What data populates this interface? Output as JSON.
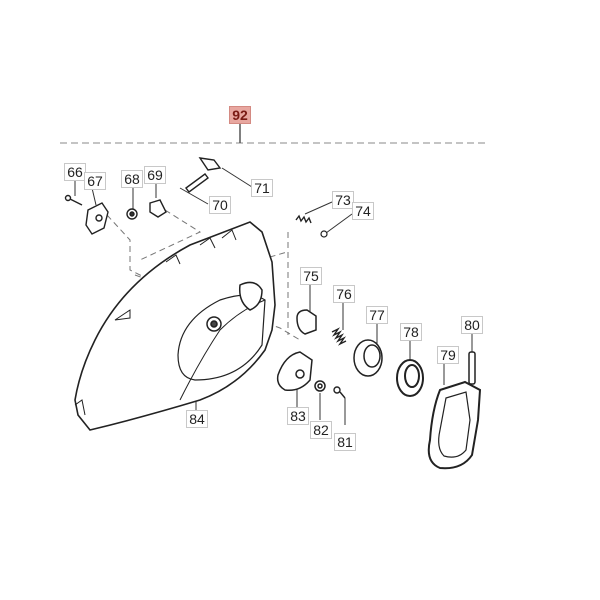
{
  "diagram": {
    "type": "exploded-parts-view",
    "subject": "chainsaw sprocket cover / chain tensioner assembly",
    "assembly_callout": {
      "number": "92",
      "color_bg": "#e8a7a0",
      "color_text": "#7a1a14"
    },
    "callouts": [
      {
        "id": "c66",
        "number": "66",
        "part": "screw"
      },
      {
        "id": "c67",
        "number": "67",
        "part": "bracket plate"
      },
      {
        "id": "c68",
        "number": "68",
        "part": "nut"
      },
      {
        "id": "c69",
        "number": "69",
        "part": "sleeve"
      },
      {
        "id": "c70",
        "number": "70",
        "part": "threaded rod"
      },
      {
        "id": "c71",
        "number": "71",
        "part": "tensioner nut"
      },
      {
        "id": "c73",
        "number": "73",
        "part": "spring"
      },
      {
        "id": "c74",
        "number": "74",
        "part": "ball"
      },
      {
        "id": "c75",
        "number": "75",
        "part": "bushing"
      },
      {
        "id": "c76",
        "number": "76",
        "part": "spring"
      },
      {
        "id": "c77",
        "number": "77",
        "part": "knob hub"
      },
      {
        "id": "c78",
        "number": "78",
        "part": "ring"
      },
      {
        "id": "c79",
        "number": "79",
        "part": "tension knob cover"
      },
      {
        "id": "c80",
        "number": "80",
        "part": "pin"
      },
      {
        "id": "c81",
        "number": "81",
        "part": "screw"
      },
      {
        "id": "c82",
        "number": "82",
        "part": "washer"
      },
      {
        "id": "c83",
        "number": "83",
        "part": "gear wheel"
      },
      {
        "id": "c84",
        "number": "84",
        "part": "sprocket cover"
      }
    ],
    "line_color": "#222222",
    "dash_color": "#999999"
  }
}
